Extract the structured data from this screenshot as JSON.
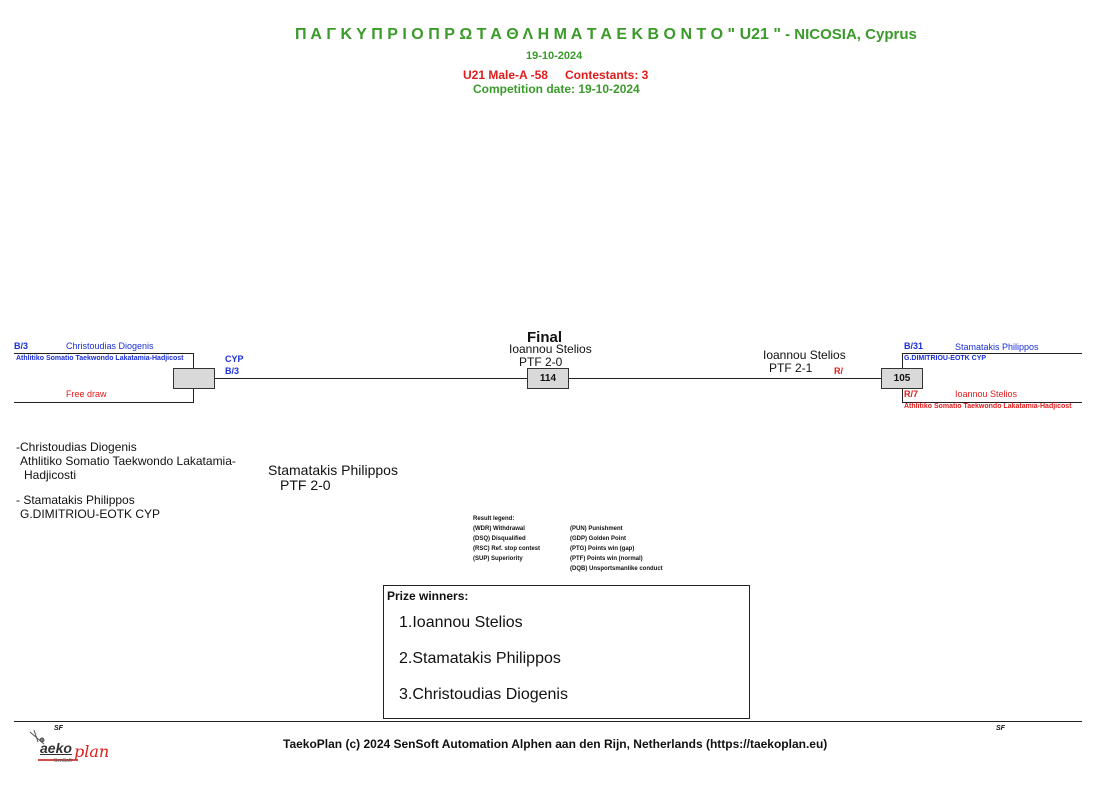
{
  "header": {
    "title_greek": "Π Α Γ Κ Υ Π Ρ Ι Ο  Π Ρ Ω Τ Α Θ Λ Η Μ Α  Τ Α Ε Κ Β Ο Ν Τ Ο \" U21 \"",
    "title_city": " - NICOSIA, Cyprus",
    "date": "19-10-2024",
    "category": "U21 Male-A -58",
    "contestants": "Contestants: 3",
    "competition_date": "Competition date: 19-10-2024"
  },
  "bracket": {
    "final_label": "Final",
    "left": {
      "code": "B/3",
      "name": "Christoudias Diogenis",
      "club": "Athlitiko Somatio Taekwondo Lakatamia-Hadjicost",
      "country": "CYP",
      "code2": "B/3",
      "free_draw": "Free draw"
    },
    "final_winner": {
      "name": "Ioannou Stelios",
      "result": "PTF 2-0",
      "match": "114"
    },
    "right_winner": {
      "name": "Ioannou Stelios",
      "result": "PTF 2-1",
      "corner": "R/"
    },
    "right": {
      "match": "105",
      "top_code": "B/31",
      "top_name": "Stamatakis Philippos",
      "top_club": "G.DIMITRIOU-EOTK CYP",
      "bottom_code": "R/7",
      "bottom_name": "Ioannou Stelios",
      "bottom_club": "Athlitiko Somatio Taekwondo Lakatamia-Hadjicost"
    }
  },
  "side_list": {
    "entry1_name": "-Christoudias Diogenis",
    "entry1_club_line1": "Athlitiko Somatio Taekwondo Lakatamia-",
    "entry1_club_line2": "Hadjicosti",
    "entry2_name": "- Stamatakis Philippos",
    "entry2_club": "G.DIMITRIOU-EOTK CYP"
  },
  "repechage": {
    "name": "Stamatakis Philippos",
    "result": "PTF 2-0"
  },
  "legend": {
    "title": "Result legend:",
    "col1": [
      "(WDR) Withdrawal",
      "(DSQ) Disqualified",
      "(RSC) Ref. stop contest",
      "(SUP) Superiority"
    ],
    "col2": [
      "(PUN) Punishment",
      "(GDP) Golden Point",
      "(PTG) Points win (gap)",
      "(PTF) Points win (normal)",
      "(DQB) Unsportsmanlike conduct"
    ]
  },
  "prize": {
    "title": "Prize winners:",
    "winners": [
      "1.Ioannou Stelios",
      "2.Stamatakis Philippos",
      "3.Christoudias Diogenis"
    ]
  },
  "footer": {
    "sf_left": "SF",
    "sf_right": "SF",
    "logo_text": "aeko",
    "logo_script": "plan",
    "logo_small": "SenSoft",
    "copyright": "TaekoPlan (c) 2024 SenSoft Automation Alphen aan den Rijn, Netherlands (https://taekoplan.eu)"
  },
  "colors": {
    "green": "#3a9a2a",
    "red": "#e01b1b",
    "blue": "#1a2fd6"
  }
}
